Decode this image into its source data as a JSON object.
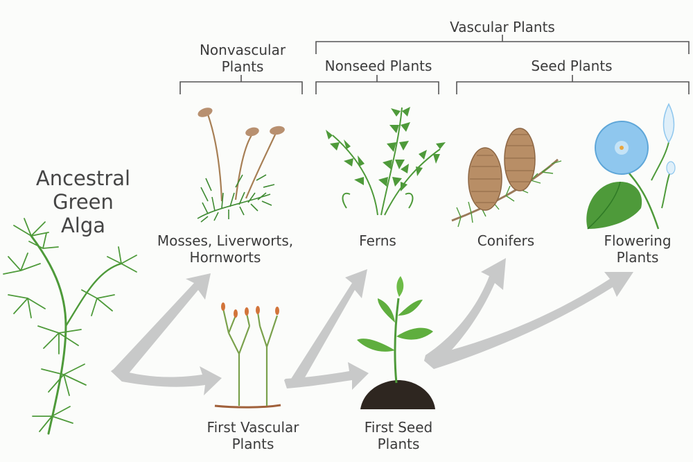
{
  "groups": {
    "vascular": "Vascular Plants",
    "nonvascular": "Nonvascular\nPlants",
    "nonseed": "Nonseed Plants",
    "seed": "Seed Plants"
  },
  "ancestor": "Ancestral\nGreen\nAlga",
  "nodes": {
    "mosses": "Mosses, Liverworts,\nHornworts",
    "ferns": "Ferns",
    "conifers": "Conifers",
    "flowering": "Flowering\nPlants",
    "first_vascular": "First Vascular\nPlants",
    "first_seed": "First Seed\nPlants"
  },
  "colors": {
    "arrow": "#c8c9c9",
    "bracket": "#555555",
    "plant_green": "#4e9a3a",
    "stem_brown": "#9a7a5a",
    "flower_blue": "#8fc7ee"
  }
}
